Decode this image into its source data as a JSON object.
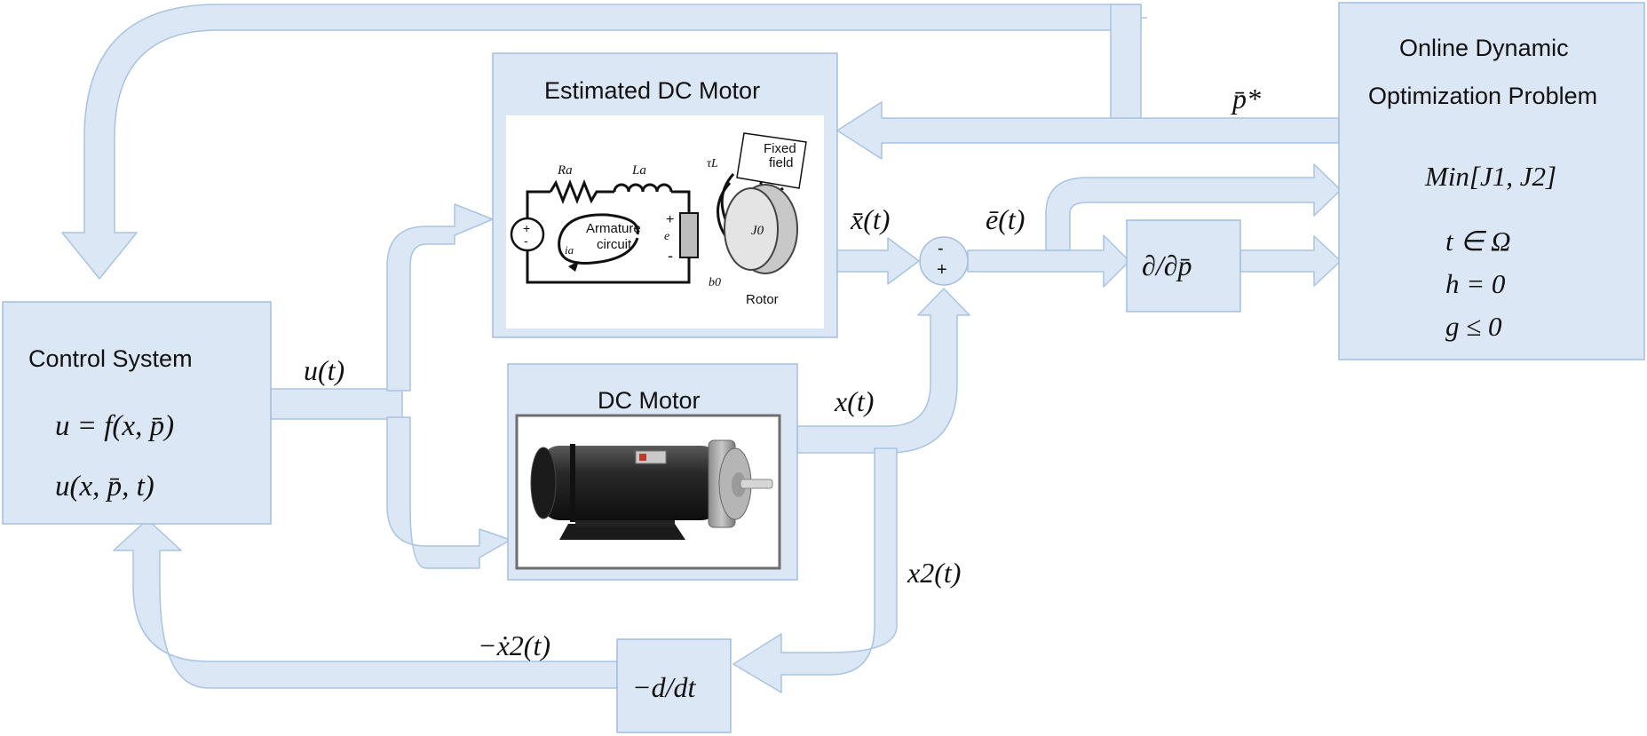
{
  "blocks": {
    "control_system": {
      "title": "Control System",
      "eq1": "u = f(x, p̄)",
      "eq2": "u(x, p̄, t)"
    },
    "estimated_motor": {
      "title": "Estimated DC Motor",
      "circuit": {
        "resistor": "Ra",
        "inductor": "La",
        "current": "ia",
        "emf_plus": "+",
        "emf_minus": "-",
        "emf": "e",
        "armature_l1": "Armature",
        "armature_l2": "circuit",
        "torque": "τL",
        "damping": "b0",
        "inertia": "J0",
        "fixed_l1": "Fixed",
        "fixed_l2": "field",
        "rotor": "Rotor",
        "src_plus": "+",
        "src_minus": "-"
      }
    },
    "dc_motor": {
      "title": "DC Motor"
    },
    "optimization": {
      "title_l1": "Online Dynamic",
      "title_l2": "Optimization Problem",
      "objective": "Min[J1, J2]",
      "c1": "t ∈ Ω",
      "c2": "h = 0",
      "c3": "g ≤ 0"
    },
    "derivative": {
      "label": "−d/dt"
    },
    "gradient": {
      "label": "∂/∂p̄"
    }
  },
  "summing": {
    "minus": "-",
    "plus": "+"
  },
  "signals": {
    "u": "u(t)",
    "x": "x(t)",
    "xbar": "x̄(t)",
    "ebar": "ē(t)",
    "x2": "x2(t)",
    "neg_x2dot": "−ẋ2(t)",
    "pstar": "p̄*"
  },
  "colors": {
    "arrow_fill": "#dbe7f4",
    "arrow_stroke": "#a9c4e2",
    "block_fill": "#dbe7f4",
    "block_stroke": "#a3bede"
  }
}
